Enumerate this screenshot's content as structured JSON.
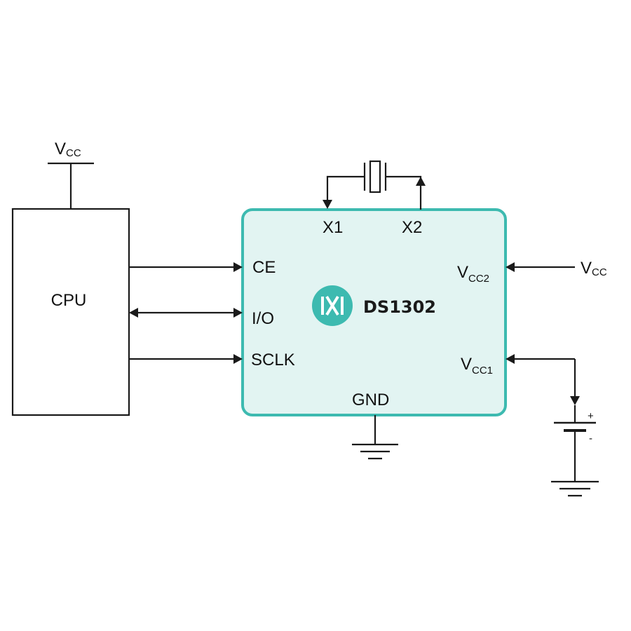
{
  "colors": {
    "chip_border": "#3dbab0",
    "chip_fill": "#e2f4f2",
    "logo": "#3dbab0",
    "line": "#1a1a1a"
  },
  "cpu": {
    "label": "CPU"
  },
  "cpu_supply": {
    "main": "V",
    "sub": "CC"
  },
  "chip": {
    "name": "DS1302",
    "logo_icon": "maxim-logo-icon",
    "pins": {
      "x1": "X1",
      "x2": "X2",
      "ce": "CE",
      "io": "I/O",
      "sclk": "SCLK",
      "gnd": "GND",
      "vcc2_main": "V",
      "vcc2_sub": "CC2",
      "vcc1_main": "V",
      "vcc1_sub": "CC1"
    }
  },
  "external_supply": {
    "main": "V",
    "sub": "CC"
  },
  "battery": {
    "plus": "+",
    "minus": "-"
  }
}
